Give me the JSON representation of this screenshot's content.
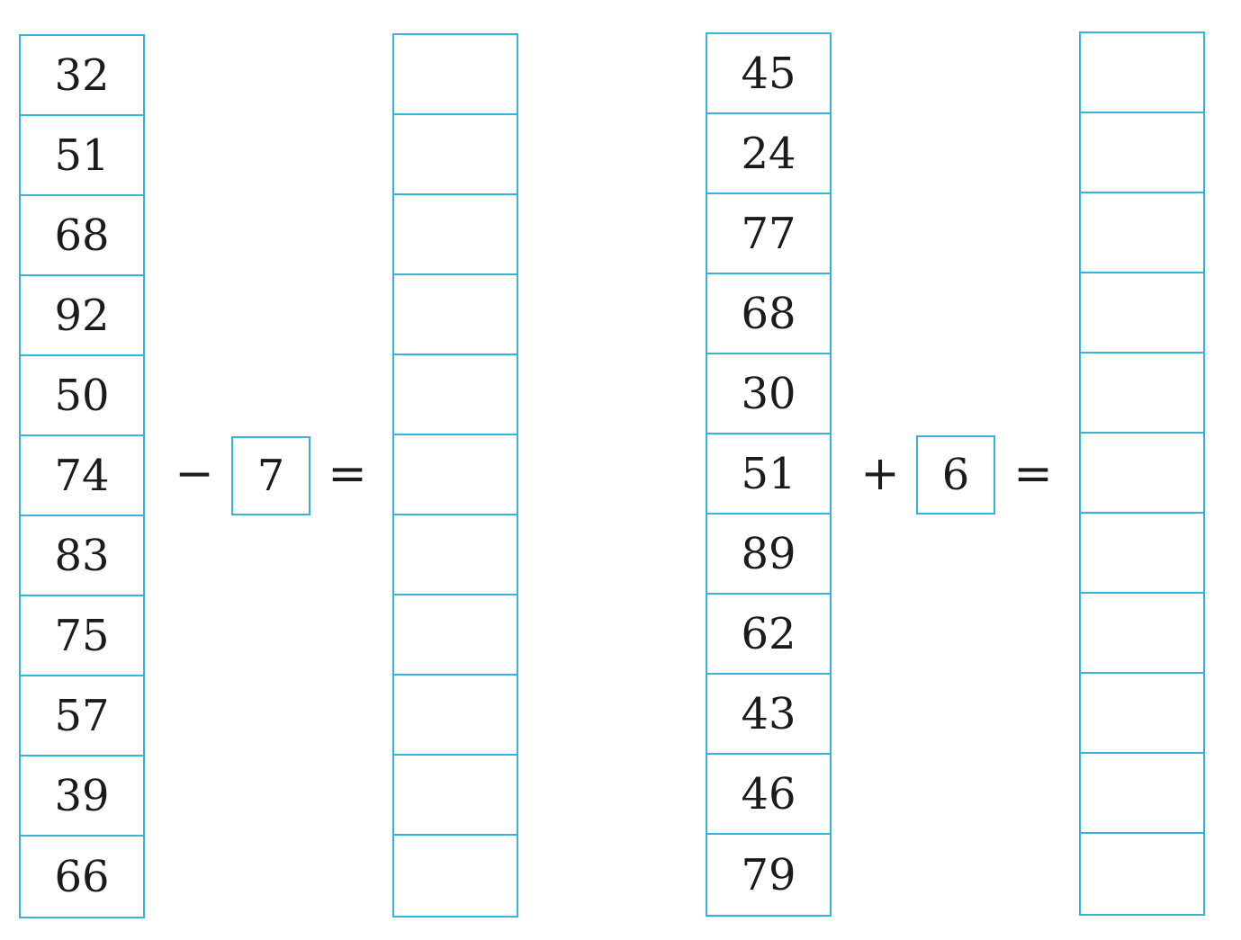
{
  "left_problem": {
    "inputs": [
      "32",
      "51",
      "68",
      "92",
      "50",
      "74",
      "83",
      "75",
      "57",
      "39",
      "66"
    ],
    "operator": "−",
    "operand": "7",
    "equals": "=",
    "answers": [
      "",
      "",
      "",
      "",
      "",
      "",
      "",
      "",
      "",
      "",
      ""
    ]
  },
  "right_problem": {
    "inputs": [
      "45",
      "24",
      "77",
      "68",
      "30",
      "51",
      "89",
      "62",
      "43",
      "46",
      "79"
    ],
    "operator": "+",
    "operand": "6",
    "equals": "=",
    "answers": [
      "",
      "",
      "",
      "",
      "",
      "",
      "",
      "",
      "",
      "",
      ""
    ]
  },
  "colors": {
    "border": "#37b3d8",
    "text": "#1b1b1b"
  }
}
